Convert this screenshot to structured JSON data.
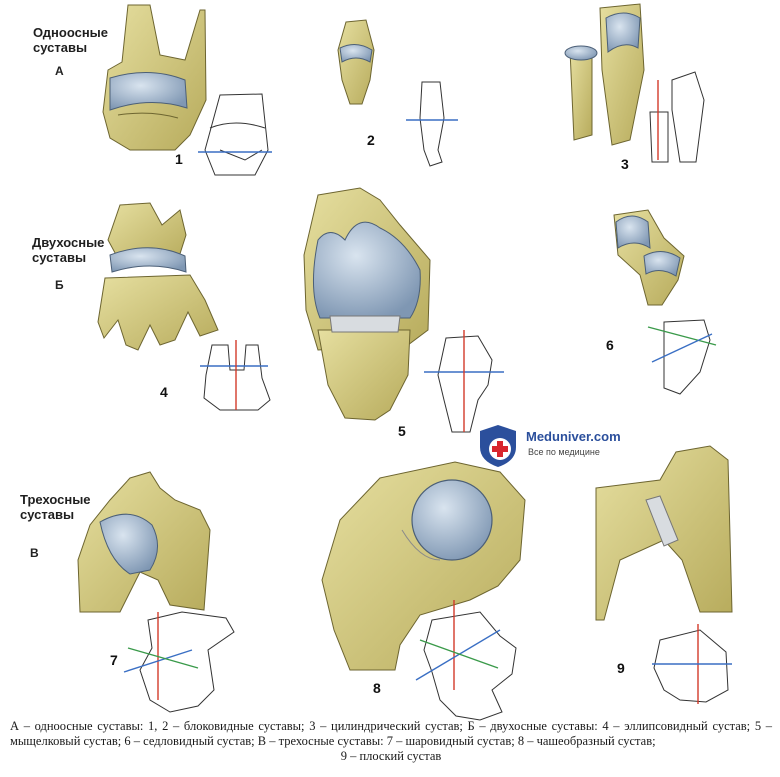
{
  "sections": {
    "uniaxial": {
      "title": "Одноосные\nсуставы",
      "letter": "А"
    },
    "biaxial": {
      "title": "Двухосные\nсуставы",
      "letter": "Б"
    },
    "triaxial": {
      "title": "Трехосные\nсуставы",
      "letter": "В"
    }
  },
  "figure_numbers": [
    "1",
    "2",
    "3",
    "4",
    "5",
    "6",
    "7",
    "8",
    "9"
  ],
  "watermark": {
    "name": "Meduniver.com",
    "tagline": "Все по медицине"
  },
  "caption": {
    "line1": "А – одноосные суставы: 1, 2 – блоковидные суставы; 3 – цилиндрический сустав; Б – двухосные суставы: 4 – эллипсовидный",
    "line2": "сустав; 5 – мыщелковый сустав; 6 – седловидный сустав; В – трехосные суставы: 7 – шаровидный сустав; 8 – чашеобразный сустав;",
    "line3": "9 – плоский сустав"
  },
  "colors": {
    "bone": "#d8d08a",
    "bone_dark": "#b9ae62",
    "cartilage": "#9fb3c9",
    "outline": "#3a3a3a",
    "axis_blue": "#3a6fc4",
    "axis_red": "#d23a2a",
    "axis_green": "#3a9a4a",
    "brand_blue": "#2b4f9c",
    "brand_red": "#d8262e"
  }
}
